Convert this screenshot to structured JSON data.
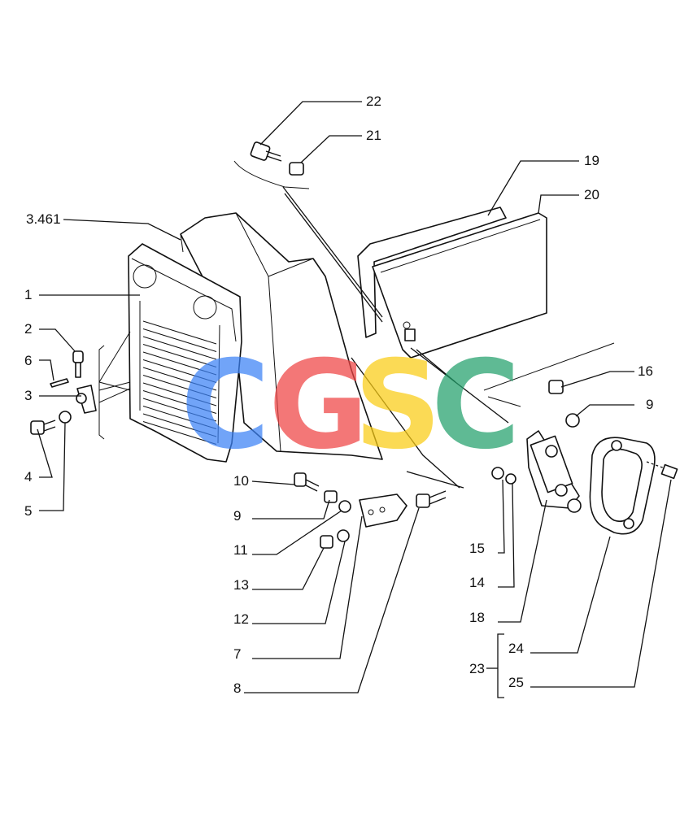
{
  "callouts": {
    "c3461": "3.461",
    "c1": "1",
    "c2": "2",
    "c3": "3",
    "c4": "4",
    "c5": "5",
    "c6": "6",
    "c7": "7",
    "c8": "8",
    "c9a": "9",
    "c9b": "9",
    "c10": "10",
    "c11": "11",
    "c12": "12",
    "c13": "13",
    "c14": "14",
    "c15": "15",
    "c16": "16",
    "c18": "18",
    "c19": "19",
    "c20": "20",
    "c21": "21",
    "c22": "22",
    "c23": "23",
    "c24": "24",
    "c25": "25"
  },
  "watermark": {
    "letters": [
      "C",
      "G",
      "S",
      "C"
    ],
    "colors": [
      "#3b82f6",
      "#ef4444",
      "#facc15",
      "#22a06b"
    ]
  }
}
